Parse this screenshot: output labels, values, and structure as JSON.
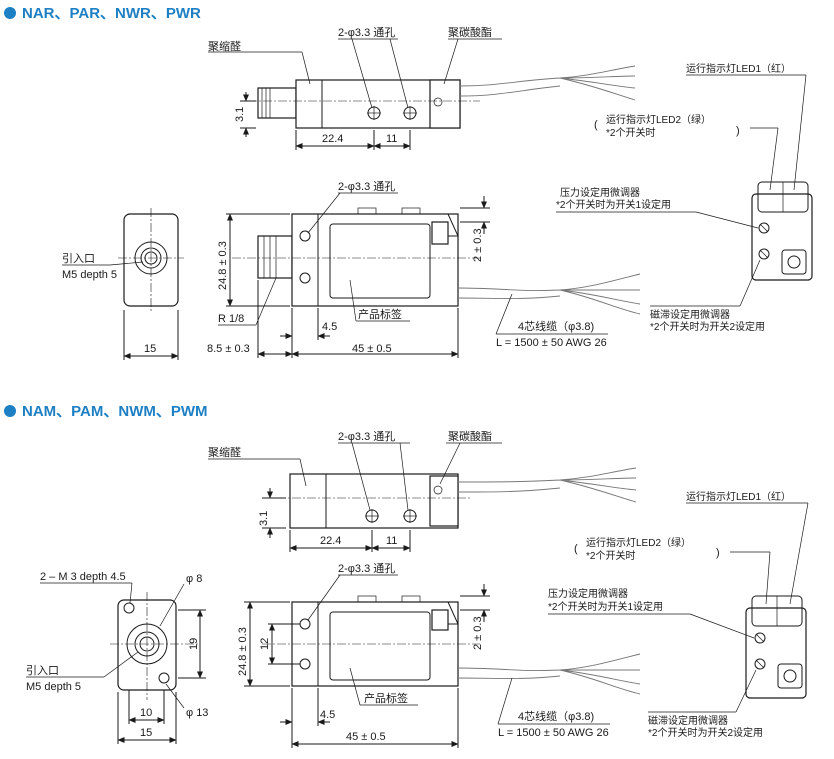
{
  "heading_color": "#1d7fc4",
  "section1": {
    "title": "NAR、PAR、NWR、PWR",
    "acetal": "聚缩醛",
    "hole": "2-φ3.3 通孔",
    "polycarbonate": "聚碳酸酯",
    "dim_3_1": "3.1",
    "dim_22_4": "22.4",
    "dim_11": "11",
    "inlet": "引入口",
    "inlet_thread": "M5 depth 5",
    "dim_15": "15",
    "hole2": "2-φ3.3 通孔",
    "dim_24_8": "24.8 ± 0.3",
    "dim_2": "2 ± 0.3",
    "thread": "R 1/8",
    "dim_4_5": "4.5",
    "label": "产品标签",
    "dim_8_5": "8.5 ± 0.3",
    "dim_45": "45 ± 0.5",
    "cable": "4芯线缆（φ3.8)",
    "cable_spec": "L = 1500 ± 50 AWG 26",
    "led1": "运行指示灯LED1（红）",
    "led2": "运行指示灯LED2（绿）",
    "led2_note": "*2个开关时",
    "pressure_pot": "压力设定用微调器",
    "pressure_note": "*2个开关时为开关1设定用",
    "hyst_pot": "磁滞设定用微调器",
    "hyst_note": "*2个开关时为开关2设定用"
  },
  "section2": {
    "title": "NAM、PAM、NWM、PWM",
    "acetal": "聚缩醛",
    "hole": "2-φ3.3 通孔",
    "polycarbonate": "聚碳酸酯",
    "dim_3_1": "3.1",
    "dim_22_4": "22.4",
    "dim_11": "11",
    "mount_holes": "2 – M 3 depth 4.5",
    "dim_phi8": "φ 8",
    "dim_19": "19",
    "inlet": "引入口",
    "inlet_thread": "M5 depth 5",
    "dim_10": "10",
    "dim_phi13": "φ 13",
    "dim_15": "15",
    "hole2": "2-φ3.3 通孔",
    "dim_24_8": "24.8 ± 0.3",
    "dim_12": "12",
    "dim_2": "2 ± 0.3",
    "label": "产品标签",
    "dim_4_5": "4.5",
    "dim_45": "45 ± 0.5",
    "cable": "4芯线缆（φ3.8)",
    "cable_spec": "L = 1500 ± 50 AWG 26",
    "led1": "运行指示灯LED1（红）",
    "led2": "运行指示灯LED2（绿）",
    "led2_note": "*2个开关时",
    "pressure_pot": "压力设定用微调器",
    "pressure_note": "*2个开关时为开关1设定用",
    "hyst_pot": "磁滞设定用微调器",
    "hyst_note": "*2个开关时为开关2设定用"
  }
}
